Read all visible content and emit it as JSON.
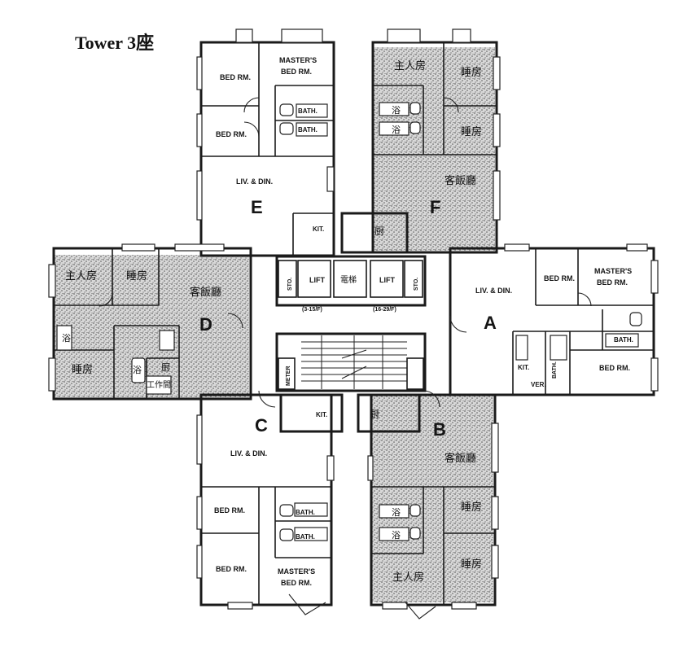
{
  "title": "Tower 3座",
  "units": {
    "A": {
      "letter": "A",
      "living": "LIV. & DIN.",
      "bed1": "BED RM.",
      "master": "MASTER'S",
      "master2": "BED RM.",
      "bath": "BATH.",
      "bed2": "BED RM.",
      "kit": "KIT.",
      "ver": "VER.",
      "bath2": "BATH."
    },
    "B": {
      "letter": "B",
      "living": "客飯廳",
      "bed1": "睡房",
      "bed2": "睡房",
      "master": "主人房",
      "bath1": "浴",
      "bath2": "浴",
      "kit": "厨"
    },
    "C": {
      "letter": "C",
      "living": "LIV. & DIN.",
      "kit": "KIT.",
      "bed1": "BED RM.",
      "bed2": "BED RM.",
      "bath1": "BATH.",
      "bath2": "BATH.",
      "master": "MASTER'S",
      "master2": "BED RM."
    },
    "D": {
      "letter": "D",
      "living": "客飯廳",
      "master": "主人房",
      "bed1": "睡房",
      "bed2": "睡房",
      "bath1": "浴",
      "bath2": "浴",
      "kit": "厨",
      "work": "工作間"
    },
    "E": {
      "letter": "E",
      "living": "LIV. & DIN.",
      "bed1": "BED RM.",
      "bed2": "BED RM.",
      "master": "MASTER'S",
      "master2": "BED RM.",
      "bath1": "BATH.",
      "bath2": "BATH.",
      "kit": "KIT."
    },
    "F": {
      "letter": "F",
      "living": "客飯廳",
      "master": "主人房",
      "bed1": "睡房",
      "bed2": "睡房",
      "bath1": "浴",
      "bath2": "浴",
      "kit": "厨"
    }
  },
  "core": {
    "lift1": "LIFT",
    "lift_mid": "電梯",
    "lift2": "LIFT",
    "lift1_floors": "(3-15/F)",
    "lift2_floors": "(16-29/F)",
    "store1": "STO.",
    "store2": "STO.",
    "meter": "METER"
  },
  "shading_color": "#8a8a8a"
}
